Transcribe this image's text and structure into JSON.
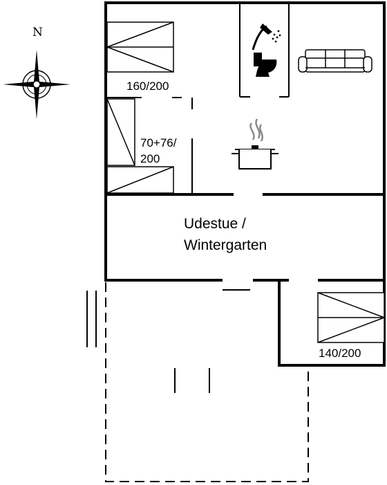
{
  "compass": {
    "north_label": "N",
    "icon": "compass-rose-icon"
  },
  "beds": {
    "top_left": "160/200",
    "left_side": [
      "70+76/",
      "200"
    ],
    "lower_right": "140/200"
  },
  "rooms": {
    "conservatory": [
      "Udestue /",
      "Wintergarten"
    ]
  },
  "icons": [
    "shower-icon",
    "toilet-icon",
    "sofa-icon",
    "cooking-pot-icon"
  ]
}
